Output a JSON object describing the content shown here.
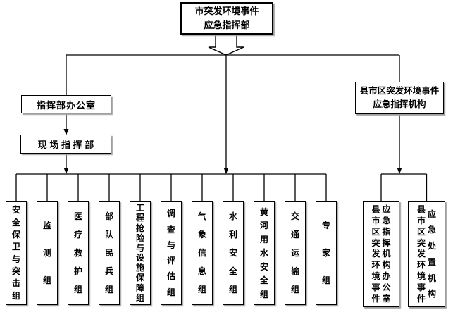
{
  "diagram": {
    "nodes": {
      "top_command": "市突发环境事件\n应急指挥部",
      "command_office": "指挥部办公室",
      "field_command": "现 场 指 挥 部",
      "county_command": "县市区突发环境事件\n应急指挥机构",
      "groups": [
        "安全保卫与突击组",
        "监测组",
        "医疗救护组",
        "部队民兵组",
        "工程抢险与设施保障组",
        "调查与评估组",
        "气象信息组",
        "水利安全组",
        "黄河用水安全组",
        "交通运输组",
        "专家组"
      ],
      "county_groups": [
        "县市区突发环境事件\n应急指挥机构办公室",
        "县市区突发环境事件\n应急处置机构"
      ]
    },
    "colors": {
      "line": "#000000",
      "box_border": "#000000",
      "box_bg": "#ffffff",
      "text": "#000000",
      "shadow": "#9e9e9e"
    }
  }
}
